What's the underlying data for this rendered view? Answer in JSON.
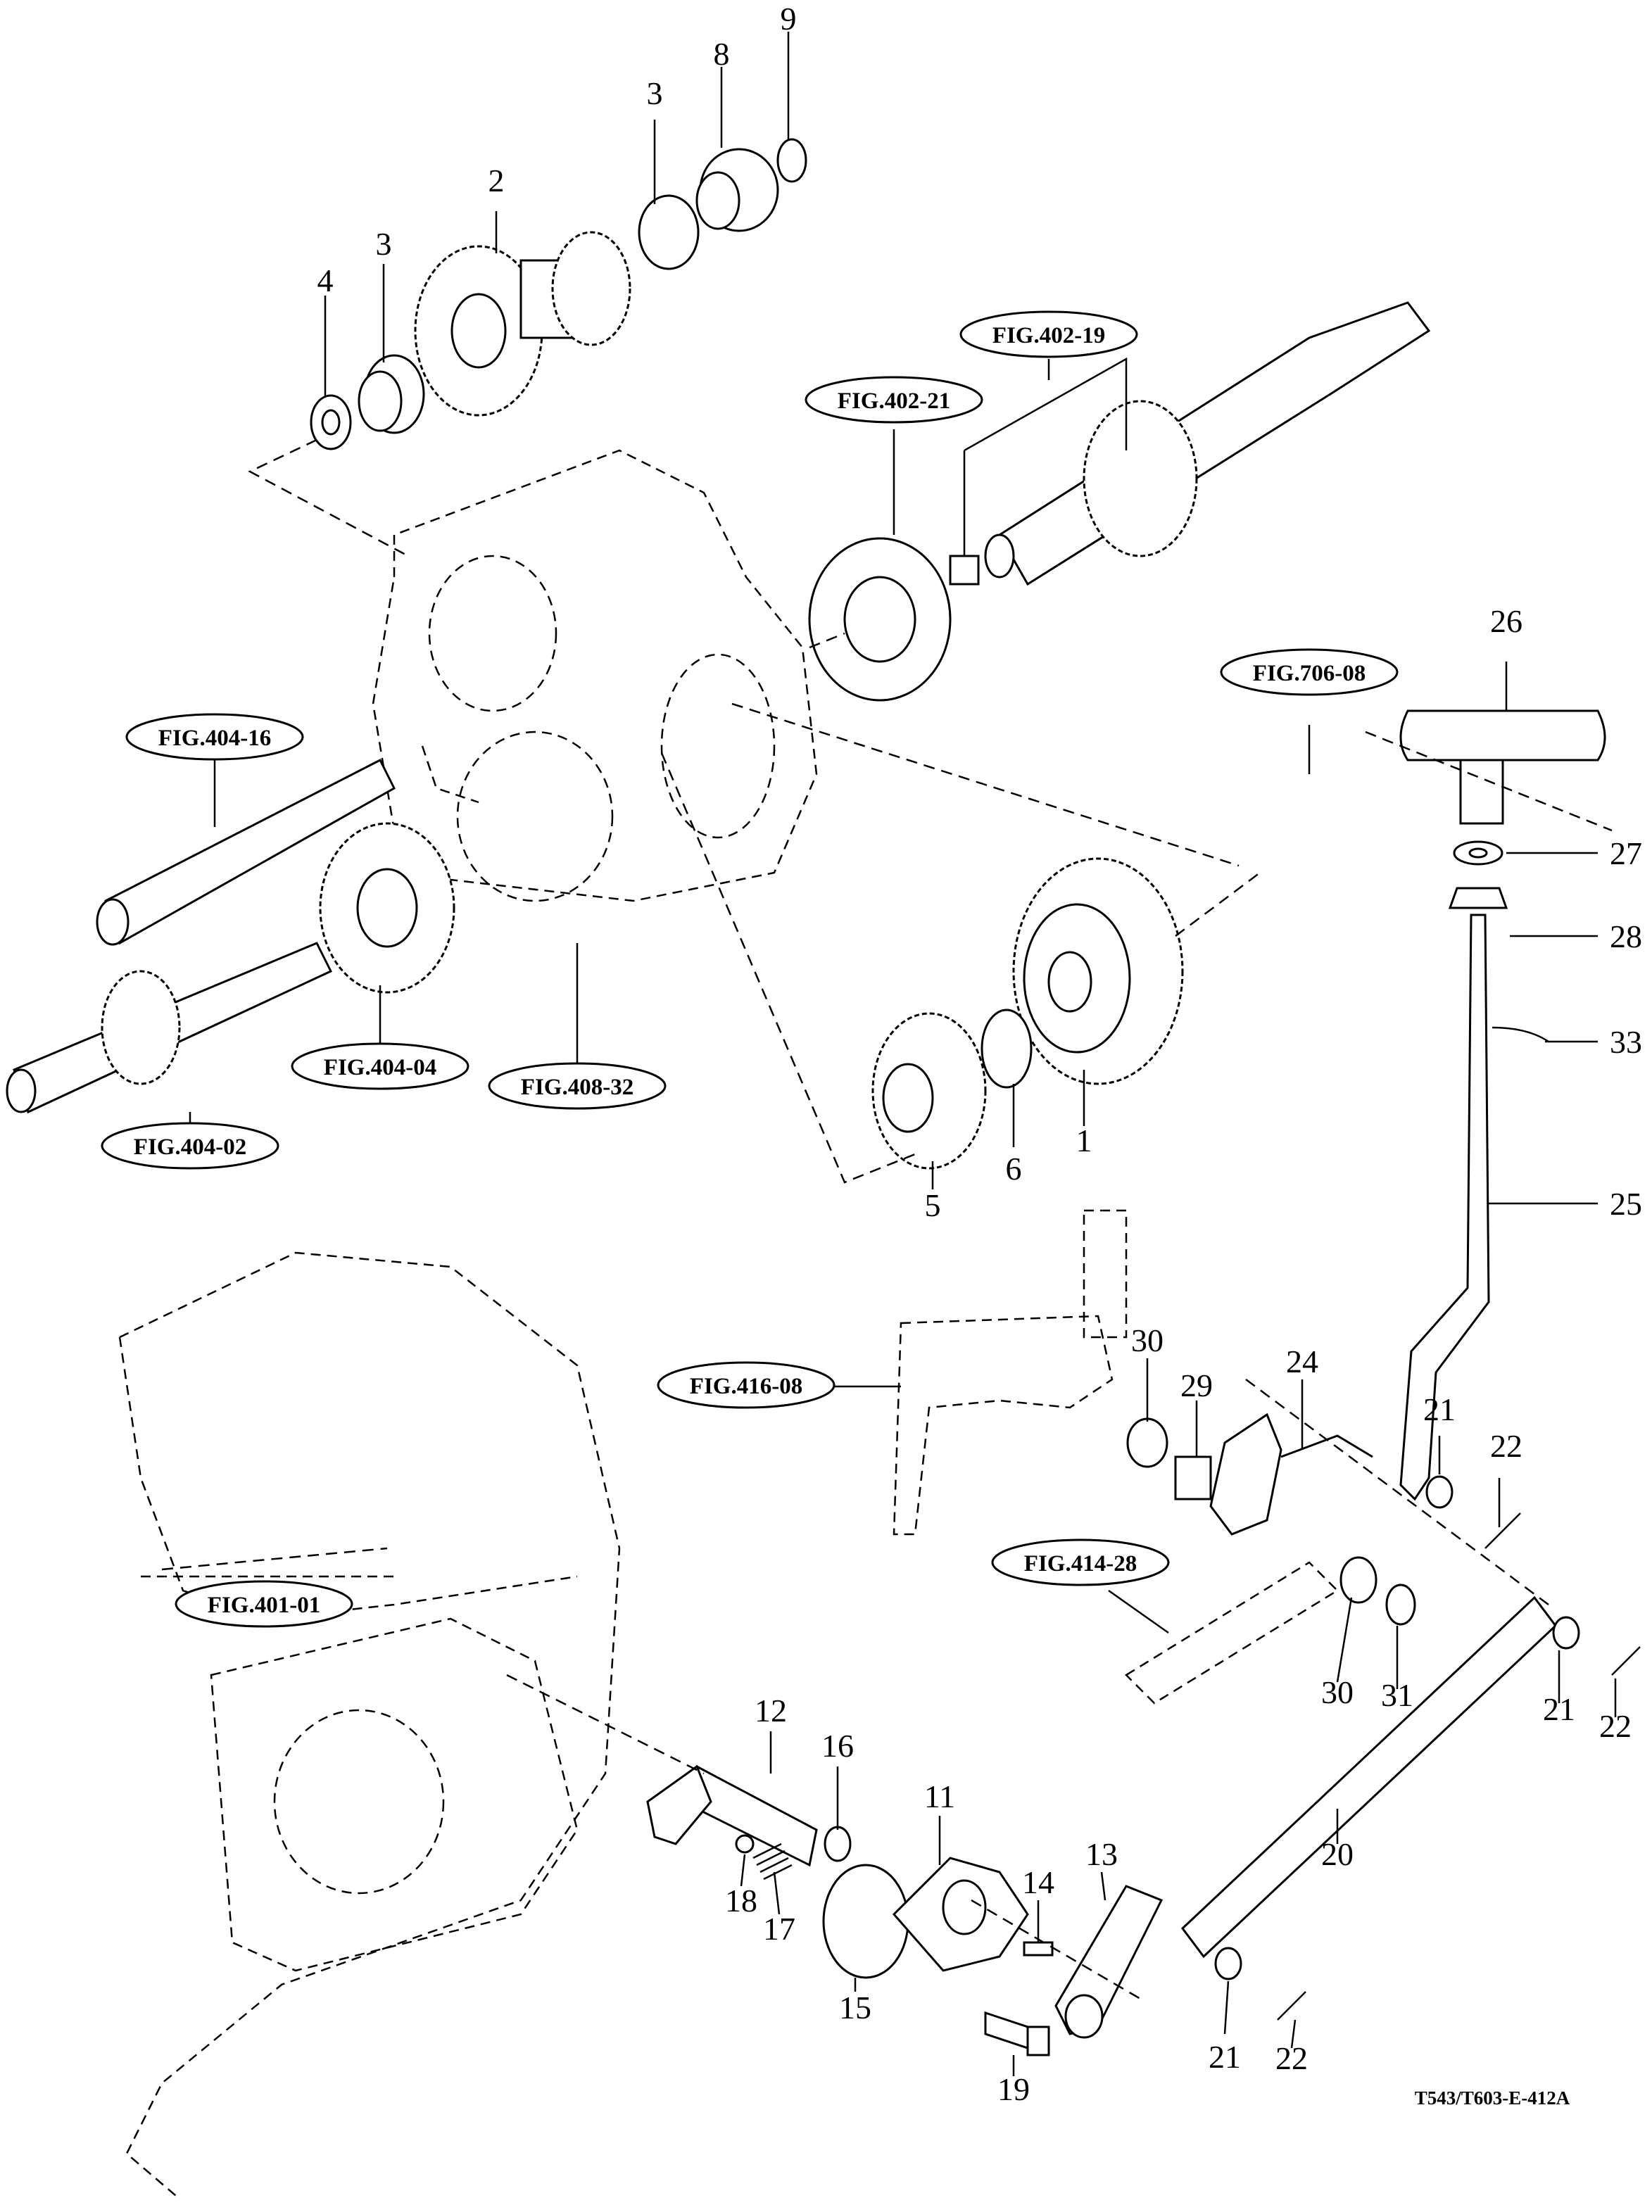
{
  "ref_labels": {
    "r402_19": "FIG.402-19",
    "r402_21": "FIG.402-21",
    "r706_08": "FIG.706-08",
    "r404_16": "FIG.404-16",
    "r404_04": "FIG.404-04",
    "r408_32": "FIG.408-32",
    "r404_02": "FIG.404-02",
    "r416_08": "FIG.416-08",
    "r414_28": "FIG.414-28",
    "r401_01": "FIG.401-01"
  },
  "part_numbers": [
    "9",
    "8",
    "3",
    "2",
    "3",
    "4",
    "26",
    "27",
    "28",
    "33",
    "25",
    "1",
    "6",
    "5",
    "30",
    "29",
    "24",
    "21",
    "22",
    "30",
    "31",
    "21",
    "22",
    "12",
    "16",
    "11",
    "14",
    "13",
    "20",
    "18",
    "17",
    "15",
    "19",
    "21",
    "22"
  ],
  "drawing_code": "T543/T603-E-412A"
}
